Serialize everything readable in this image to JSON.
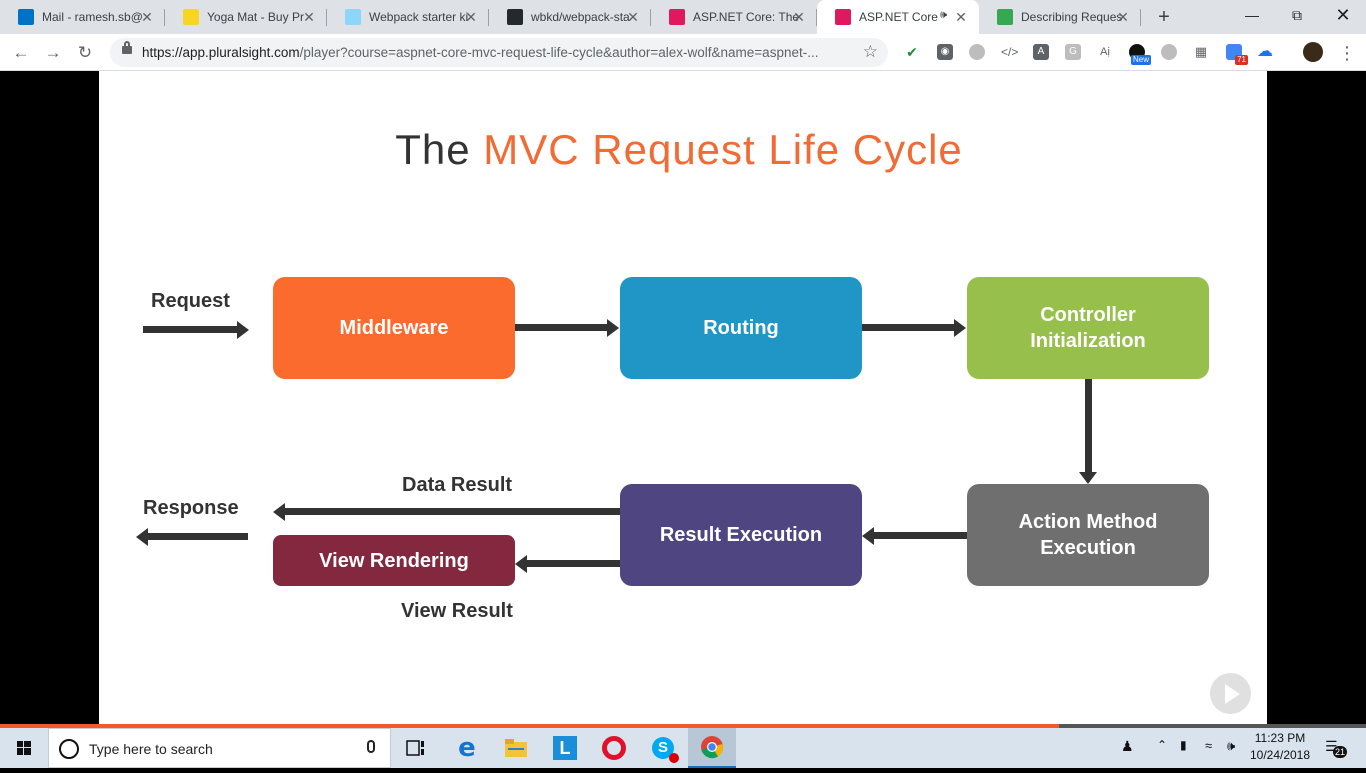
{
  "browser": {
    "tabs": [
      {
        "title": "Mail - ramesh.sb@",
        "favicon": "outlook-icon",
        "color": "#0072c6"
      },
      {
        "title": "Yoga Mat - Buy Pr",
        "favicon": "flipkart-icon",
        "color": "#f8d523"
      },
      {
        "title": "Webpack starter ki",
        "favicon": "webpack-icon",
        "color": "#8dd6f9"
      },
      {
        "title": "wbkd/webpack-sta",
        "favicon": "github-icon",
        "color": "#24292e"
      },
      {
        "title": "ASP.NET Core: The",
        "favicon": "pluralsight-icon",
        "color": "#e0185e"
      },
      {
        "title": "ASP.NET Core",
        "favicon": "pluralsight-icon",
        "color": "#e0185e",
        "active": true,
        "audio": true
      },
      {
        "title": "Describing Reques",
        "favicon": "green-icon",
        "color": "#34a853"
      }
    ],
    "url_host": "https://app.pluralsight.com",
    "url_rest": "/player?course=aspnet-core-mvc-request-life-cycle&author=alex-wolf&name=aspnet-...",
    "extension_badges": [
      "New",
      "71"
    ]
  },
  "slide": {
    "title_prefix": "The ",
    "title_highlight": "MVC Request Life Cycle",
    "nodes": {
      "middleware": {
        "label": "Middleware",
        "color": "#fb6b2e"
      },
      "routing": {
        "label": "Routing",
        "color": "#2096c6"
      },
      "controller": {
        "label": "Controller Initialization",
        "color": "#97bf4c"
      },
      "action": {
        "label": "Action Method Execution",
        "color": "#6f6f6f"
      },
      "result": {
        "label": "Result Execution",
        "color": "#4f4580"
      },
      "view": {
        "label": "View Rendering",
        "color": "#84283f"
      }
    },
    "labels": {
      "request": "Request",
      "response": "Response",
      "data_result": "Data Result",
      "view_result": "View Result"
    }
  },
  "player": {
    "progress_fraction": 0.775
  },
  "taskbar": {
    "search_placeholder": "Type here to search",
    "time": "11:23 PM",
    "date": "10/24/2018",
    "notification_count": "21"
  }
}
